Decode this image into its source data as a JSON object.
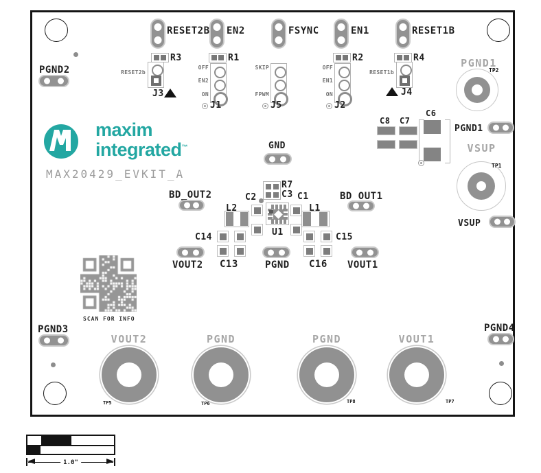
{
  "colors": {
    "teal": "#23A7A2",
    "pad_gray": "#8f8f8f",
    "outline_gray": "#b5b5b5",
    "silk_black": "#1e1e1e",
    "silk_gray": "#a6a6a6"
  },
  "logo": {
    "word1": "maxim",
    "word2": "integrated",
    "tm": "™"
  },
  "board_title": "MAX20429_EVKIT_A",
  "top_test_points": [
    {
      "label": "RESET2B"
    },
    {
      "label": "EN2"
    },
    {
      "label": "FSYNC"
    },
    {
      "label": "EN1"
    },
    {
      "label": "RESET1B"
    }
  ],
  "resistors": [
    {
      "label": "R3"
    },
    {
      "label": "R1"
    },
    {
      "label": "R2"
    },
    {
      "label": "R4"
    }
  ],
  "jumpers_3pin": [
    {
      "label": "J1",
      "pin_labels": [
        "OFF",
        "EN2",
        "ON"
      ]
    },
    {
      "label": "J5",
      "pin_labels": [
        "SKIP",
        "FPWM"
      ]
    },
    {
      "label": "J2",
      "pin_labels": [
        "OFF",
        "EN1",
        "ON"
      ]
    }
  ],
  "jumpers_2pin": [
    {
      "label": "J3",
      "signal": "RESET2b"
    },
    {
      "label": "J4",
      "signal": "RESET1b"
    }
  ],
  "small_pads": {
    "pgnd2": "PGND2",
    "pgnd3": "PGND3",
    "pgnd4": "PGND4",
    "gnd": "GND",
    "pgnd1": "PGND1",
    "vsup": "VSUP",
    "bd_out2": "BD_OUT2",
    "bd_out1": "BD_OUT1",
    "vout2": "VOUT2",
    "pgnd": "PGND",
    "vout1": "VOUT1"
  },
  "big_terminals": [
    {
      "label": "PGND1",
      "tp": "TP2"
    },
    {
      "label": "VSUP",
      "tp": "TP1"
    },
    {
      "label": "VOUT2",
      "tp": "TP5"
    },
    {
      "label": "PGND",
      "tp": "TP6"
    },
    {
      "label": "PGND",
      "tp": "TP8"
    },
    {
      "label": "VOUT1",
      "tp": "TP7"
    }
  ],
  "components": {
    "r7": "R7",
    "c3": "C3",
    "c1": "C1",
    "c2": "C2",
    "u1": "U1",
    "l1": "L1",
    "l2": "L2",
    "c13": "C13",
    "c14": "C14",
    "c15": "C15",
    "c16": "C16",
    "c8": "C8",
    "c7": "C7",
    "c6": "C6"
  },
  "qr": {
    "caption": "SCAN FOR INFO"
  },
  "scale": {
    "label": "1.0\""
  }
}
